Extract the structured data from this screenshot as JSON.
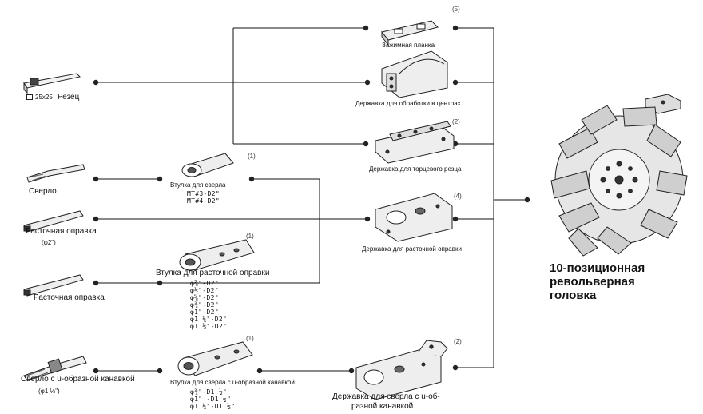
{
  "title": [
    "10-позиционная",
    "револьверная",
    "головка"
  ],
  "tools": {
    "cutter_size": "25x25",
    "cutter": "Резец",
    "drill": "Сверло",
    "boring_bar_1": "Расточная оправка",
    "boring_bar_1_size": "(φ2\")",
    "boring_bar_2": "Расточная оправка",
    "u_drill": "Сверло с u-образной канавкой",
    "u_drill_size": "(φ1 ½\")"
  },
  "sleeves": {
    "drill_sleeve": {
      "label": "Втулка для сверла",
      "qty": "(1)",
      "codes": [
        "MT#3-D2\"",
        "MT#4-D2\""
      ]
    },
    "boring_sleeve": {
      "label": "Втулка для расточной оправки",
      "qty": "(1)",
      "codes": [
        "φ⅜\"-D2\"",
        "φ½\"-D2\"",
        "φ⅝\"-D2\"",
        "φ¾\"-D2\"",
        "φ1\"-D2\"",
        "φ1 ¼\"-D2\"",
        "φ1 ½\"-D2\""
      ]
    },
    "u_drill_sleeve": {
      "label": "Втулка для сверла с u-образной канавкой",
      "qty": "(1)",
      "codes": [
        "φ¾\"-D1 ½\"",
        "φ1\" -D1 ½\"",
        "φ1 ¼\"-D1 ½\""
      ]
    }
  },
  "holders": {
    "clamp": {
      "label": "Зажимная планка",
      "qty": "(5)"
    },
    "center": {
      "label": "Державка для обработки в центрах"
    },
    "face": {
      "label": "Державка для торцевого резца",
      "qty": "(2)"
    },
    "boring": {
      "label": "Державка для расточной оправки",
      "qty": "(4)"
    },
    "u_drill": {
      "label_line1": "Державка для сверла с u-об-",
      "label_line2": "разной канавкой",
      "qty": "(2)"
    }
  }
}
